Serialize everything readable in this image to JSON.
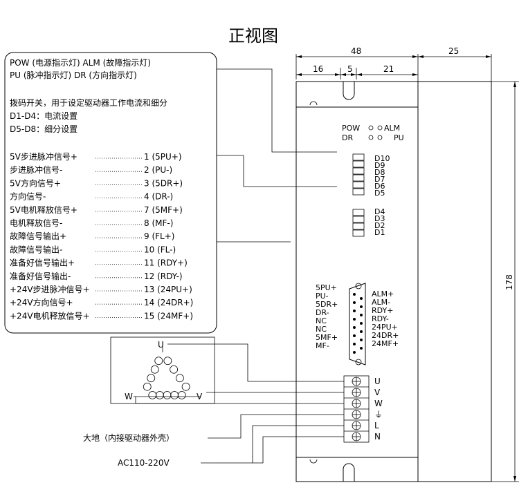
{
  "title": "正视图",
  "legend": {
    "indicators": [
      "POW (电源指示灯)   ALM (故障指示灯)",
      "PU  (脉冲指示灯)   DR (方向指示灯)"
    ],
    "dip_note": [
      "拨码开关，用于设定驱动器工作电流和细分",
      "D1-D4：电流设置",
      "D5-D8：细分设置"
    ],
    "pins": [
      {
        "label": "5V步进脉冲信号+",
        "pin": "1 (5PU+)"
      },
      {
        "label": "步进脉冲信号-",
        "pin": "2 (PU-)"
      },
      {
        "label": "5V方向信号+",
        "pin": "3 (5DR+)"
      },
      {
        "label": "方向信号-",
        "pin": "4 (DR-)"
      },
      {
        "label": "5V电机释放信号+",
        "pin": "7 (5MF+)"
      },
      {
        "label": "电机释放信号-",
        "pin": "8 (MF-)"
      },
      {
        "label": "故障信号输出+",
        "pin": "9 (FL+)"
      },
      {
        "label": "故障信号输出-",
        "pin": "10 (FL-)"
      },
      {
        "label": "准备好信号输出+",
        "pin": "11 (RDY+)"
      },
      {
        "label": "准备好信号输出-",
        "pin": "12 (RDY-)"
      },
      {
        "label": "+24V步进脉冲信号+",
        "pin": "13 (24PU+)"
      },
      {
        "label": "+24V方向信号+",
        "pin": "14 (24DR+)"
      },
      {
        "label": "+24V电机释放信号+",
        "pin": "15 (24MF+)"
      }
    ]
  },
  "dimensions": {
    "total_width": "48",
    "side_width": "25",
    "d16": "16",
    "d5": "5",
    "d21": "21",
    "height": "178"
  },
  "leds": {
    "row1": "POW",
    "row1b": "ALM",
    "row2": "DR",
    "row2b": "PU"
  },
  "dip_top": [
    "D10",
    "D9",
    "D8",
    "D7",
    "D6",
    "D5"
  ],
  "dip_bottom": [
    "D4",
    "D3",
    "D2",
    "D1"
  ],
  "connector_left": [
    "5PU+",
    "PU-",
    "5DR+",
    "DR-",
    "NC",
    "NC",
    "5MF+",
    "MF-"
  ],
  "connector_right": [
    "ALM+",
    "ALM-",
    "RDY+",
    "RDY-",
    "24PU+",
    "24DR+",
    "24MF+"
  ],
  "terminals": [
    "U",
    "V",
    "W",
    "⏚",
    "L",
    "N"
  ],
  "motor": {
    "u": "U",
    "v": "V",
    "w": "W"
  },
  "ground_label": "大地（内接驱动器外壳）",
  "power_label": "AC110-220V"
}
